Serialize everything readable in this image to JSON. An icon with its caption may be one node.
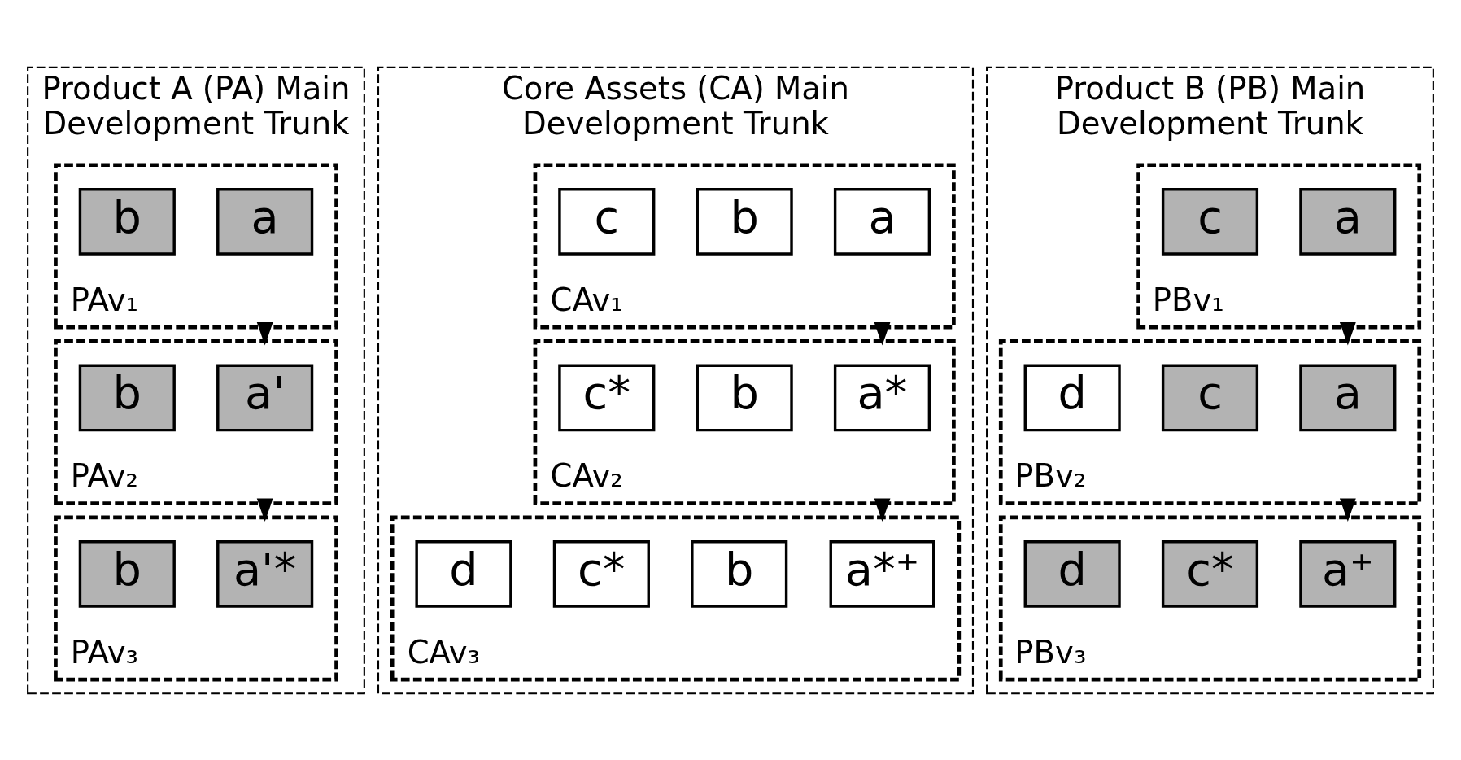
{
  "diagram": {
    "nodes": [
      {
        "text": [
          "Product A (PA) Main Development Trunk"
        ]
      },
      {
        "text": [
          "PAv₁"
        ],
        "in": 0
      },
      {
        "text": [
          "a"
        ],
        "in": 1
      },
      {
        "text": [
          "b"
        ],
        "in": 1
      },
      {
        "text": [
          "PAv₂"
        ],
        "in": 0
      },
      {
        "text": [
          "a'"
        ],
        "in": 4
      },
      {
        "text": [
          "b"
        ],
        "in": 4
      },
      {
        "text": [
          "PAv₃"
        ],
        "in": 0
      },
      {
        "text": [
          "a'*"
        ],
        "in": 7
      },
      {
        "text": [
          "b"
        ],
        "in": 7
      },
      {
        "text": [
          "Core Assets (CA) Main Development Trunk"
        ]
      },
      {
        "text": [
          "CAv₁"
        ],
        "in": 10
      },
      {
        "text": [
          "a"
        ],
        "in": 11
      },
      {
        "text": [
          "b"
        ],
        "in": 11
      },
      {
        "text": [
          "c"
        ],
        "in": 11
      },
      {
        "text": [
          "CAv₂"
        ],
        "in": 10
      },
      {
        "text": [
          "a*"
        ],
        "in": 15
      },
      {
        "text": [
          "b"
        ],
        "in": 15
      },
      {
        "text": [
          "c*"
        ],
        "in": 15
      },
      {
        "text": [
          "CAv₃"
        ],
        "in": 10
      },
      {
        "text": [
          "a*⁺"
        ],
        "in": 19
      },
      {
        "text": [
          "b"
        ],
        "in": 19
      },
      {
        "text": [
          "c*"
        ],
        "in": 19
      },
      {
        "text": [
          "d"
        ],
        "in": 19
      },
      {
        "text": [
          "Product B (PB) Main Development Trunk"
        ]
      },
      {
        "text": [
          "PBv₁"
        ],
        "in": 24
      },
      {
        "text": [
          "a"
        ],
        "in": 25
      },
      {
        "text": [
          "c"
        ],
        "in": 25
      },
      {
        "text": [
          "PBv₂"
        ],
        "in": 24
      },
      {
        "text": [
          "a"
        ],
        "in": 28
      },
      {
        "text": [
          "c"
        ],
        "in": 28
      },
      {
        "text": [
          "d"
        ],
        "in": 28
      },
      {
        "text": [
          "PBv₃"
        ],
        "in": 24
      },
      {
        "text": [
          "a⁺"
        ],
        "in": 32
      },
      {
        "text": [
          "c*"
        ],
        "in": 32
      },
      {
        "text": [
          "d"
        ],
        "in": 32
      }
    ],
    "edges": [
      {
        "from": 1,
        "to": 4,
        "arrow": "to"
      },
      {
        "from": 4,
        "to": 7,
        "arrow": "to"
      },
      {
        "from": 11,
        "to": 15,
        "arrow": "to"
      },
      {
        "from": 15,
        "to": 19,
        "arrow": "to"
      },
      {
        "from": 25,
        "to": 28,
        "arrow": "to"
      },
      {
        "from": 28,
        "to": 32,
        "arrow": "to"
      }
    ]
  }
}
